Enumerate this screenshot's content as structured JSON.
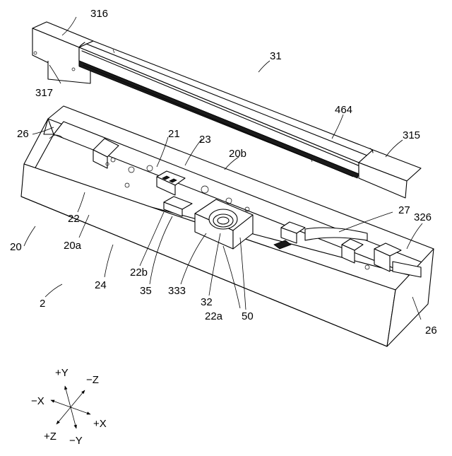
{
  "labels": {
    "l316": "316",
    "l31": "31",
    "l317": "317",
    "l464": "464",
    "l26a": "26",
    "l21": "21",
    "l23": "23",
    "l315": "315",
    "l20b": "20b",
    "l27": "27",
    "l326": "326",
    "l20": "20",
    "l22": "22",
    "l20a": "20a",
    "l22b": "22b",
    "l24": "24",
    "l35": "35",
    "l333": "333",
    "l32": "32",
    "l22a": "22a",
    "l50": "50",
    "l2": "2",
    "l26b": "26"
  },
  "axes": {
    "plusY": "+Y",
    "minusZ": "−Z",
    "minusX": "−X",
    "plusX": "+X",
    "plusZ": "+Z",
    "minusY": "−Y"
  }
}
